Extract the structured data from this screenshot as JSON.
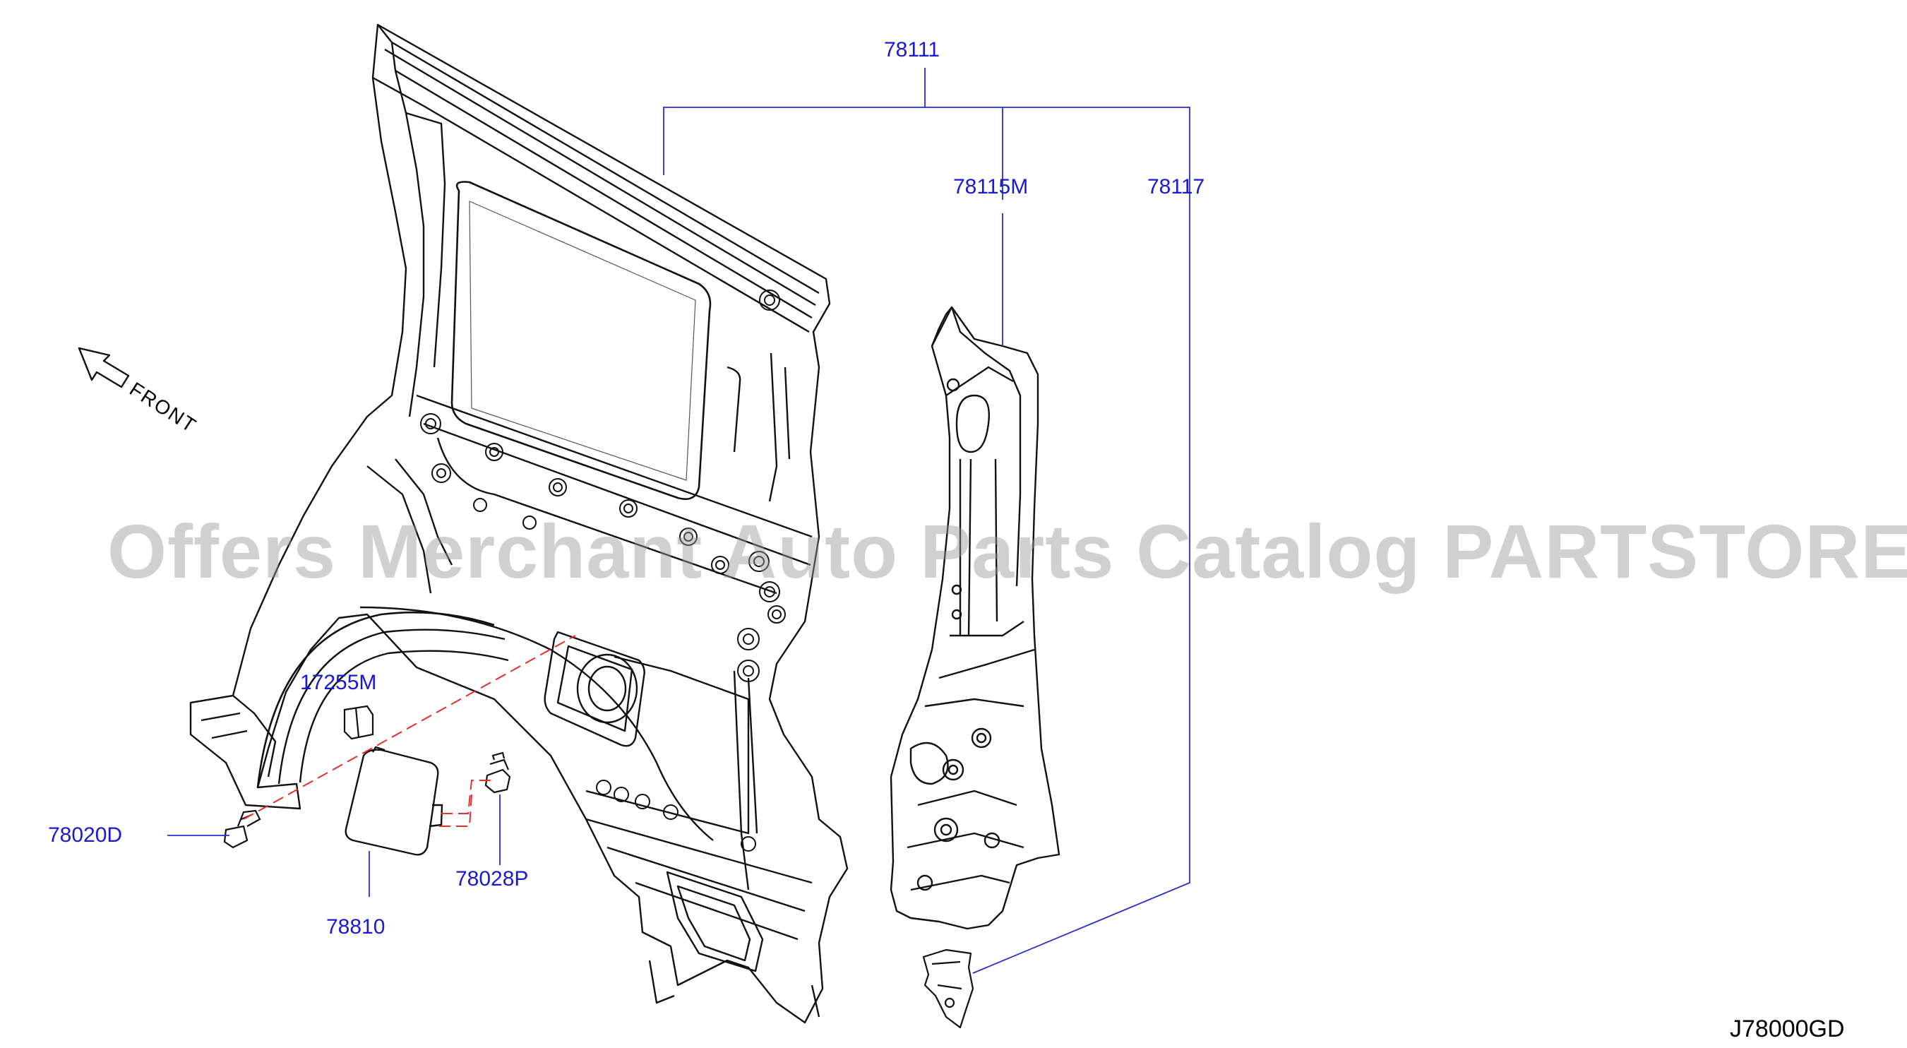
{
  "colors": {
    "callout": "#1a1ad0",
    "leader": "#2b2bd0",
    "outline": "#111111",
    "phantom": "#e23030",
    "watermark": "#969696"
  },
  "callouts": {
    "p78111": "78111",
    "p78115M": "78115M",
    "p78117": "78117",
    "p17255M": "17255M",
    "p78020D": "78020D",
    "p78028P": "78028P",
    "p78810": "78810"
  },
  "direction_label": "FRONT",
  "watermark": "Offers Merchant Auto Parts Catalog PARTSTORE.SA",
  "diagram_ref": "J78000GD",
  "icons": {
    "direction": "front-arrow-icon"
  }
}
